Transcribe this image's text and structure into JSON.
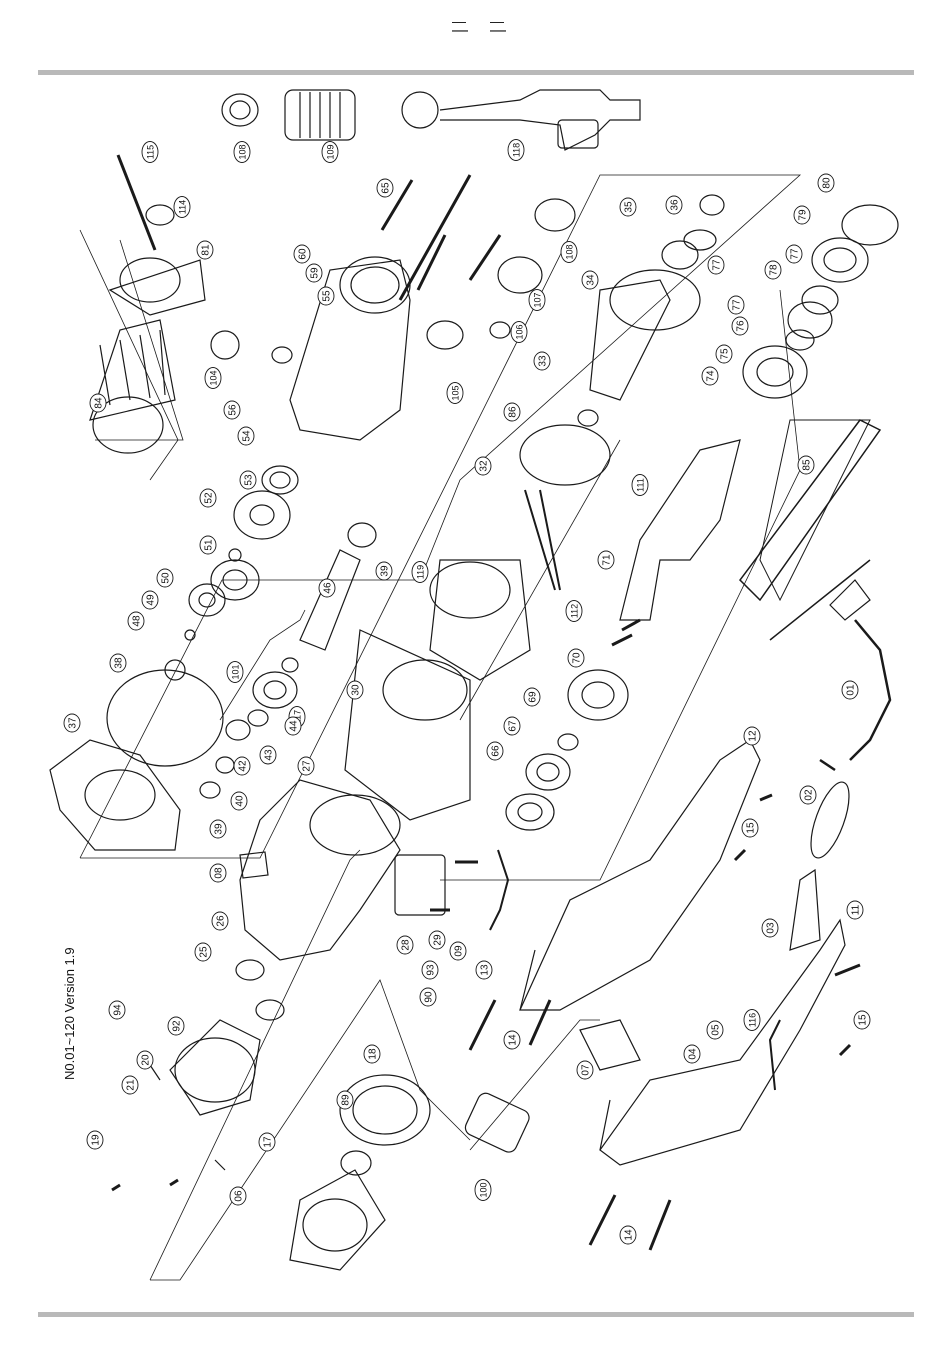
{
  "header": {
    "dash_marks": [
      "—",
      "—"
    ]
  },
  "version_label": "N0.01~120 Version 1.9",
  "colors": {
    "rule": "#b9b9b9",
    "ink": "#1a1a1a",
    "paper": "#ffffff"
  },
  "parts": [
    {
      "id": "p108a",
      "label": "108"
    },
    {
      "id": "p109",
      "label": "109"
    },
    {
      "id": "p118",
      "label": "118"
    },
    {
      "id": "p115",
      "label": "115"
    },
    {
      "id": "p114",
      "label": "114"
    },
    {
      "id": "p81",
      "label": "81"
    },
    {
      "id": "p84",
      "label": "84"
    },
    {
      "id": "p65",
      "label": "65"
    },
    {
      "id": "p60",
      "label": "60"
    },
    {
      "id": "p59",
      "label": "59"
    },
    {
      "id": "p55",
      "label": "55"
    },
    {
      "id": "p104",
      "label": "104"
    },
    {
      "id": "p56",
      "label": "56"
    },
    {
      "id": "p54",
      "label": "54"
    },
    {
      "id": "p53",
      "label": "53"
    },
    {
      "id": "p52",
      "label": "52"
    },
    {
      "id": "p51",
      "label": "51"
    },
    {
      "id": "p50",
      "label": "50"
    },
    {
      "id": "p49",
      "label": "49"
    },
    {
      "id": "p48",
      "label": "48"
    },
    {
      "id": "p38",
      "label": "38"
    },
    {
      "id": "p37",
      "label": "37"
    },
    {
      "id": "p101",
      "label": "101"
    },
    {
      "id": "p46",
      "label": "46"
    },
    {
      "id": "p39a",
      "label": "39"
    },
    {
      "id": "p117",
      "label": "117"
    },
    {
      "id": "p44",
      "label": "44"
    },
    {
      "id": "p43",
      "label": "43"
    },
    {
      "id": "p42",
      "label": "42"
    },
    {
      "id": "p40",
      "label": "40"
    },
    {
      "id": "p39b",
      "label": "39"
    },
    {
      "id": "p108b",
      "label": "108"
    },
    {
      "id": "p107",
      "label": "107"
    },
    {
      "id": "p106",
      "label": "106"
    },
    {
      "id": "p105",
      "label": "105"
    },
    {
      "id": "p35",
      "label": "35"
    },
    {
      "id": "p36",
      "label": "36"
    },
    {
      "id": "p80",
      "label": "80"
    },
    {
      "id": "p79",
      "label": "79"
    },
    {
      "id": "p77a",
      "label": "77"
    },
    {
      "id": "p34",
      "label": "34"
    },
    {
      "id": "p33",
      "label": "33"
    },
    {
      "id": "p86",
      "label": "86"
    },
    {
      "id": "p32",
      "label": "32"
    },
    {
      "id": "p77b",
      "label": "77"
    },
    {
      "id": "p78",
      "label": "78"
    },
    {
      "id": "p77c",
      "label": "77"
    },
    {
      "id": "p76",
      "label": "76"
    },
    {
      "id": "p75",
      "label": "75"
    },
    {
      "id": "p74",
      "label": "74"
    },
    {
      "id": "p111",
      "label": "111"
    },
    {
      "id": "p85",
      "label": "85"
    },
    {
      "id": "p71",
      "label": "71"
    },
    {
      "id": "p119",
      "label": "119"
    },
    {
      "id": "p30",
      "label": "30"
    },
    {
      "id": "p27",
      "label": "27"
    },
    {
      "id": "p112",
      "label": "112"
    },
    {
      "id": "p70",
      "label": "70"
    },
    {
      "id": "p69",
      "label": "69"
    },
    {
      "id": "p67",
      "label": "67"
    },
    {
      "id": "p66",
      "label": "66"
    },
    {
      "id": "p01",
      "label": "01"
    },
    {
      "id": "p12",
      "label": "12"
    },
    {
      "id": "p02",
      "label": "02"
    },
    {
      "id": "p15a",
      "label": "15"
    },
    {
      "id": "p08",
      "label": "08"
    },
    {
      "id": "p26",
      "label": "26"
    },
    {
      "id": "p25",
      "label": "25"
    },
    {
      "id": "p28",
      "label": "28"
    },
    {
      "id": "p29",
      "label": "29"
    },
    {
      "id": "p09",
      "label": "09"
    },
    {
      "id": "p11",
      "label": "11"
    },
    {
      "id": "p03",
      "label": "03"
    },
    {
      "id": "p13",
      "label": "13"
    },
    {
      "id": "p93",
      "label": "93"
    },
    {
      "id": "p90",
      "label": "90"
    },
    {
      "id": "p94",
      "label": "94"
    },
    {
      "id": "p92",
      "label": "92"
    },
    {
      "id": "p20",
      "label": "20"
    },
    {
      "id": "p21",
      "label": "21"
    },
    {
      "id": "p14a",
      "label": "14"
    },
    {
      "id": "p116",
      "label": "116"
    },
    {
      "id": "p05",
      "label": "05"
    },
    {
      "id": "p04",
      "label": "04"
    },
    {
      "id": "p07",
      "label": "07"
    },
    {
      "id": "p15b",
      "label": "15"
    },
    {
      "id": "p19",
      "label": "19"
    },
    {
      "id": "p18",
      "label": "18"
    },
    {
      "id": "p89",
      "label": "89"
    },
    {
      "id": "p17",
      "label": "17"
    },
    {
      "id": "p06",
      "label": "06"
    },
    {
      "id": "p100",
      "label": "100"
    },
    {
      "id": "p14b",
      "label": "14"
    }
  ]
}
